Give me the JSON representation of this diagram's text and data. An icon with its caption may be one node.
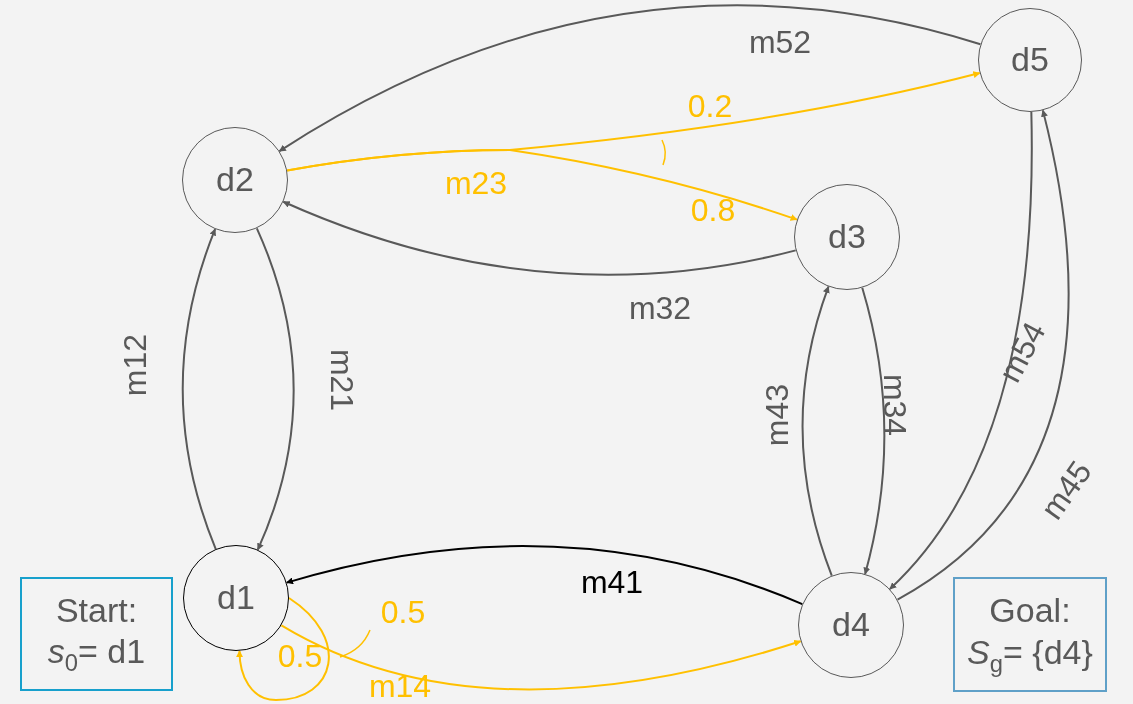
{
  "diagram": {
    "nodes": [
      {
        "text": [
          "d1"
        ]
      },
      {
        "text": [
          "d2"
        ]
      },
      {
        "text": [
          "d3"
        ]
      },
      {
        "text": [
          "d4"
        ]
      },
      {
        "text": [
          "d5"
        ]
      },
      {
        "text": [
          "Start:",
          "*s*$_{0}$= d1"
        ]
      },
      {
        "text": [
          "Goal:",
          "*S*$_{g}$= {d4}"
        ]
      }
    ],
    "edges": [
      {
        "from": 0,
        "to": 1,
        "arrow": "to",
        "label": "m12"
      },
      {
        "from": 1,
        "to": 0,
        "arrow": "to",
        "label": "m21"
      },
      {
        "from": 1,
        "to": 4,
        "arrow": "to",
        "label": "0.2",
        "color": "#ffc000"
      },
      {
        "from": 1,
        "to": 2,
        "arrow": "to",
        "label": "0.8",
        "color": "#ffc000"
      },
      {
        "from": 2,
        "to": 1,
        "arrow": "to",
        "label": "m32"
      },
      {
        "from": 4,
        "to": 1,
        "arrow": "to",
        "label": "m52"
      },
      {
        "from": 3,
        "to": 2,
        "arrow": "to",
        "label": "m43"
      },
      {
        "from": 2,
        "to": 3,
        "arrow": "to",
        "label": "m34"
      },
      {
        "from": 4,
        "to": 3,
        "arrow": "to",
        "label": "m54"
      },
      {
        "from": 3,
        "to": 4,
        "arrow": "to",
        "label": "m45"
      },
      {
        "from": 3,
        "to": 0,
        "arrow": "to",
        "label": "m41",
        "color": "#000000"
      },
      {
        "from": 0,
        "to": 3,
        "arrow": "to",
        "label": "0.5",
        "color": "#ffc000"
      },
      {
        "from": 0,
        "to": 0,
        "arrow": "to",
        "label": "0.5",
        "color": "#ffc000"
      }
    ],
    "labels": [
      "m23",
      "m14"
    ]
  }
}
